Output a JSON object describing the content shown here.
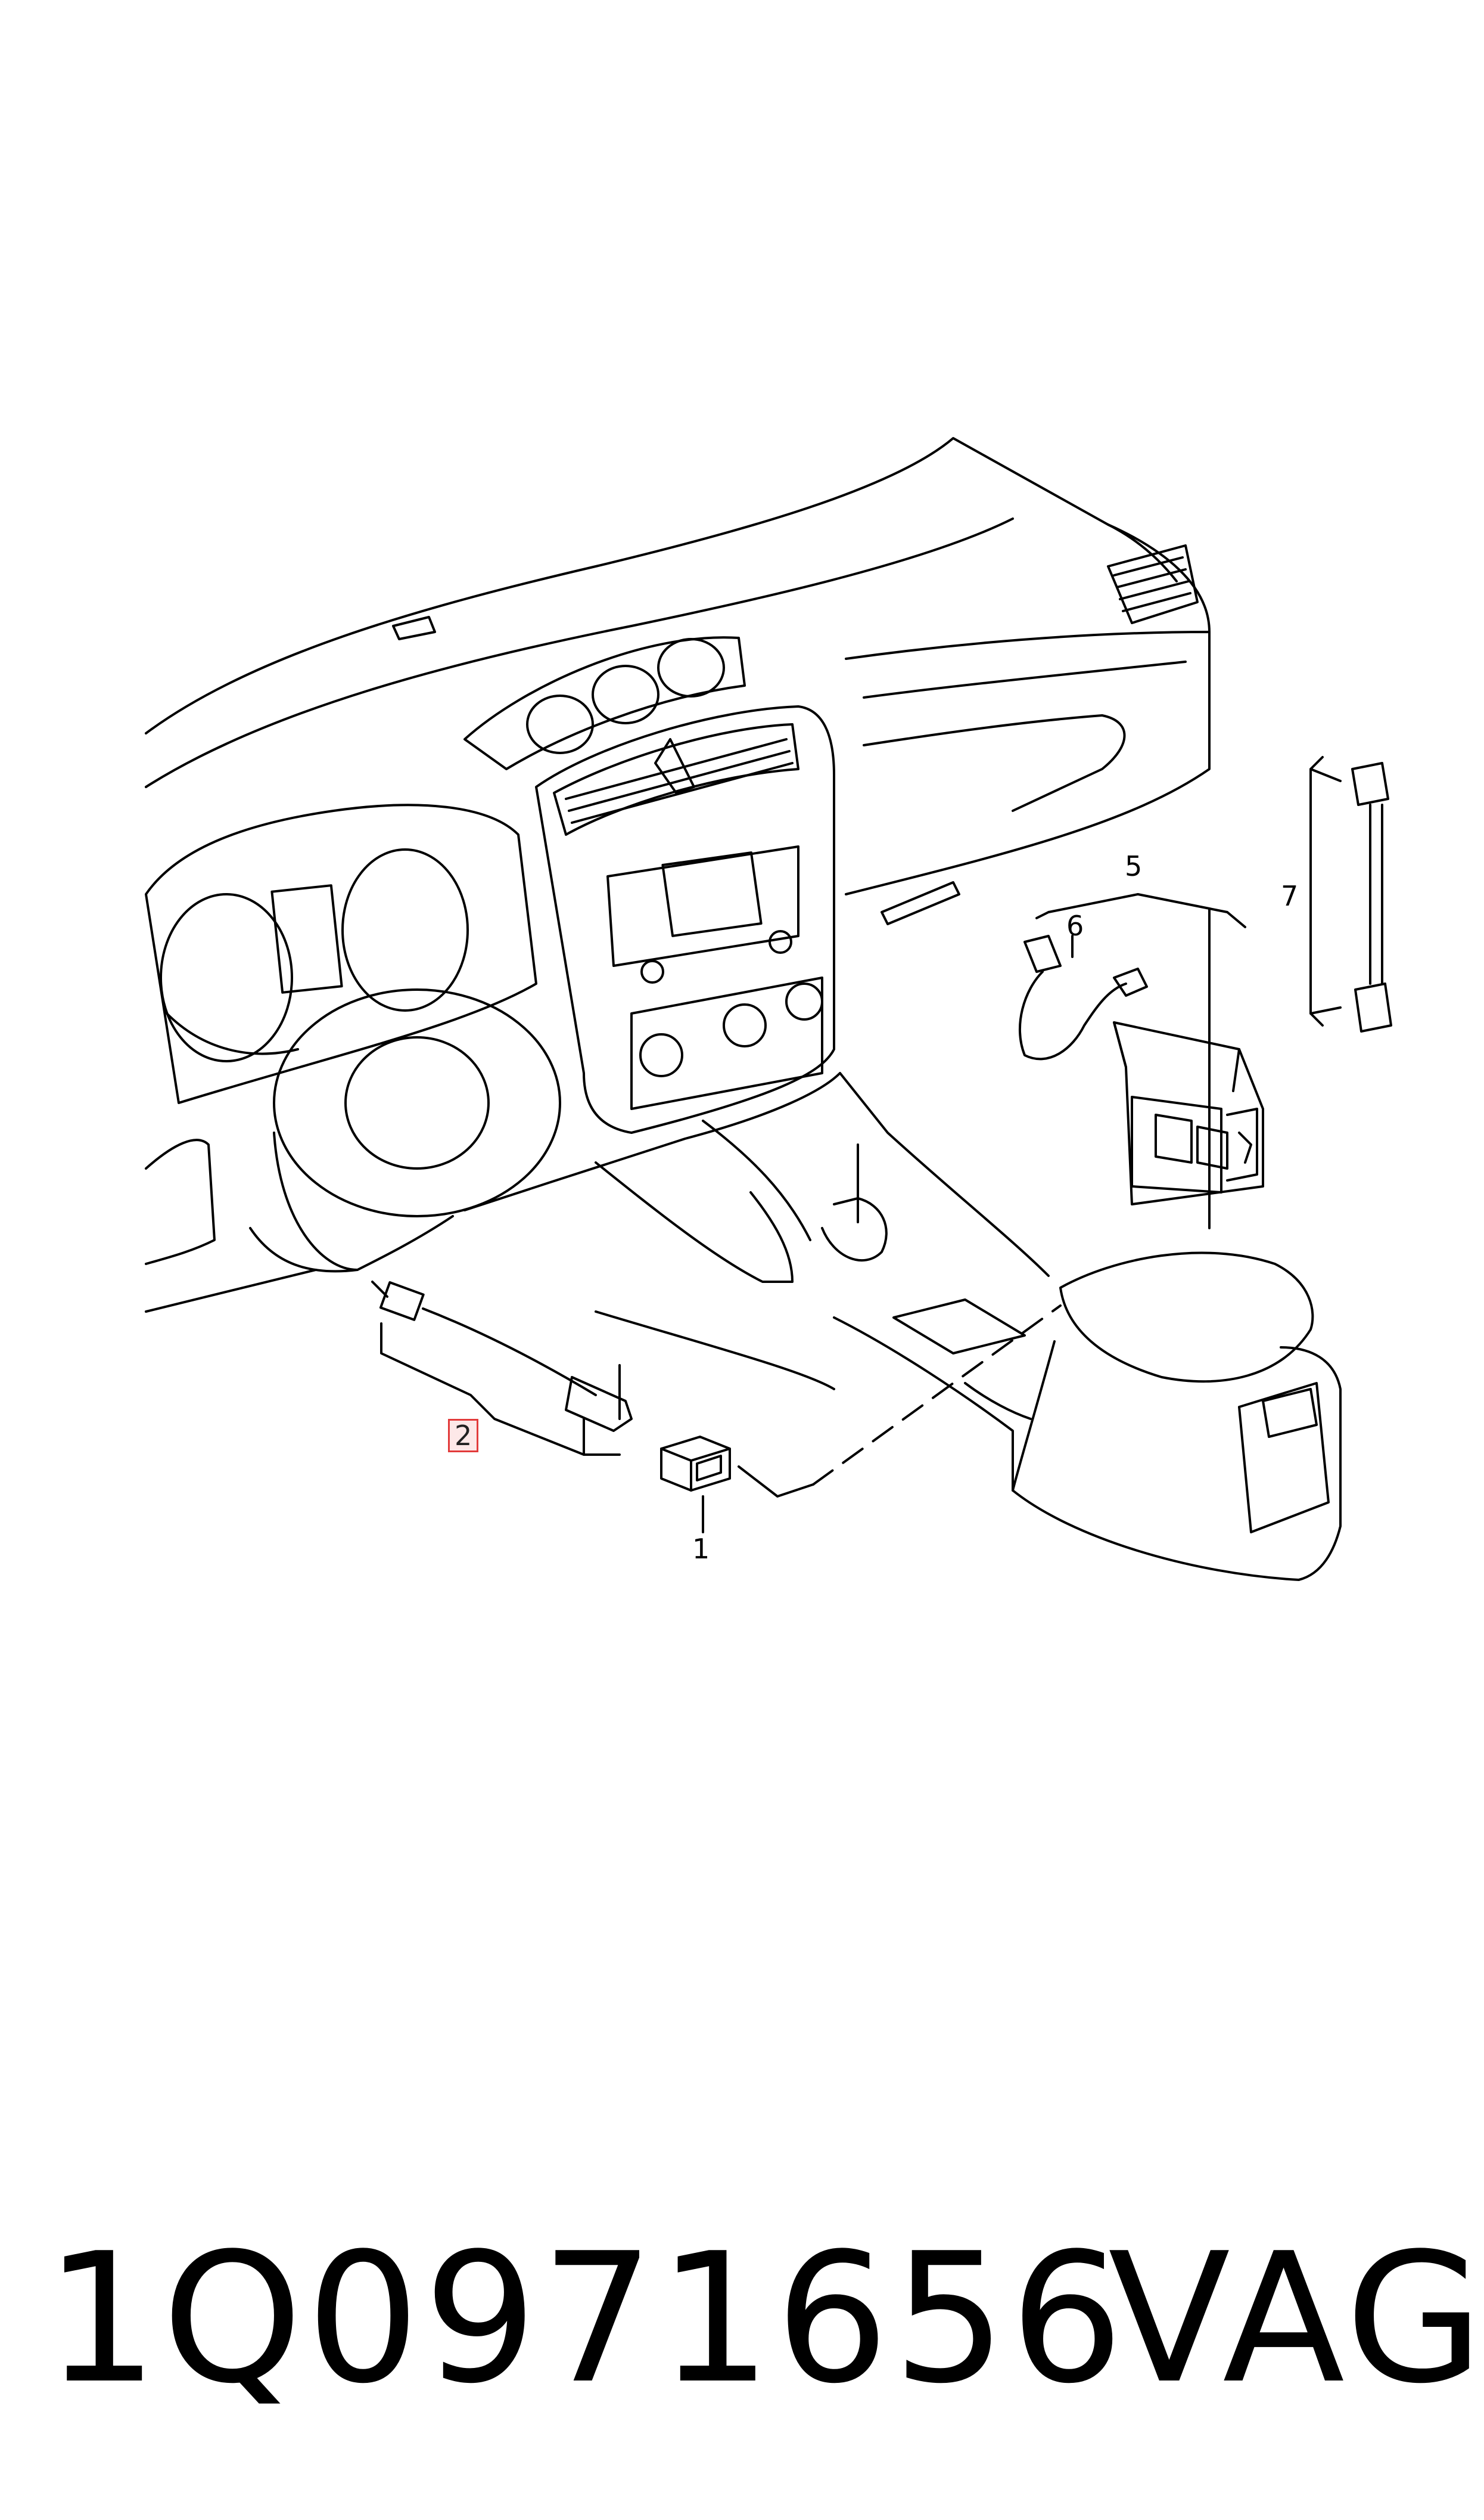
{
  "callouts": {
    "c1": "1",
    "c2": "2",
    "c5": "5",
    "c6": "6",
    "c7": "7"
  },
  "highlight_color": "#e23b3b",
  "footer": {
    "part_number": "1Q0971656",
    "brand": "VAG"
  }
}
